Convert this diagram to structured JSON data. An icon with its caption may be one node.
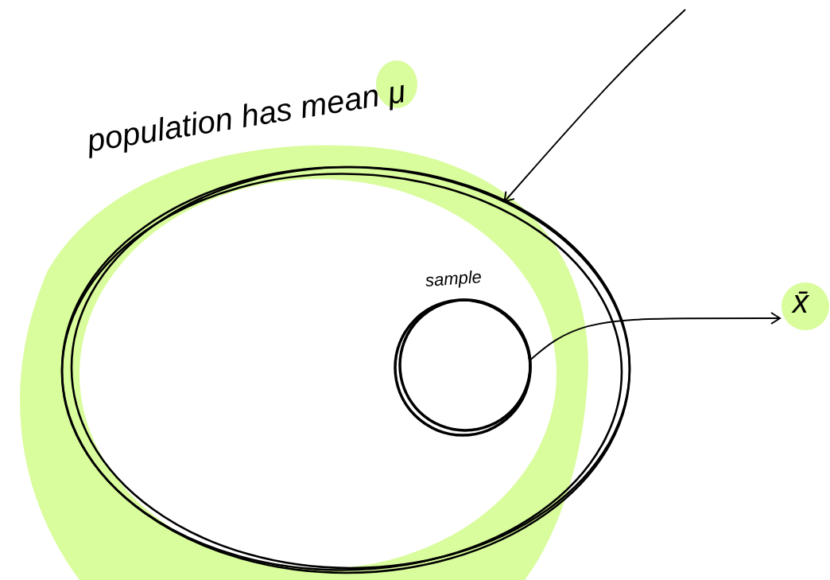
{
  "diagram": {
    "nodes": [
      {
        "text": [
          "population has mean μ"
        ]
      },
      {
        "text": [
          "sample"
        ],
        "in": 0
      },
      {
        "text": [
          "x̄"
        ]
      }
    ],
    "edges": [
      {
        "from": null,
        "to": 0,
        "arrow": "to"
      },
      {
        "from": 1,
        "to": 2,
        "arrow": "to"
      }
    ]
  }
}
